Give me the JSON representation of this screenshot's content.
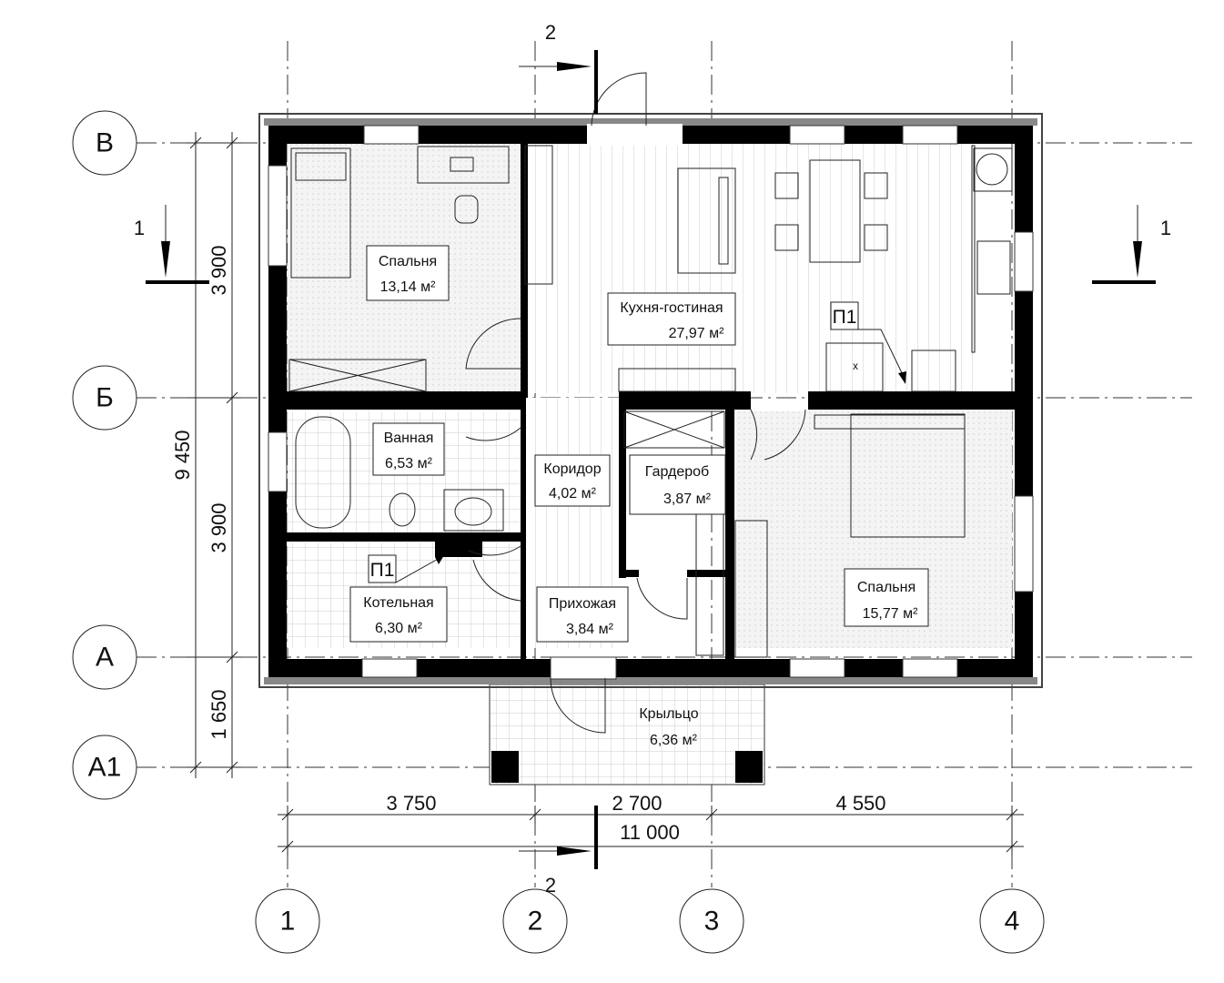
{
  "axes": {
    "horizontal": [
      "В",
      "Б",
      "А",
      "А1"
    ],
    "vertical": [
      "1",
      "2",
      "3",
      "4"
    ]
  },
  "dimensions": {
    "vertical": [
      "3 900",
      "3 900",
      "1 650"
    ],
    "vertical_total": "9 450",
    "horizontal": [
      "3 750",
      "2 700",
      "4 550"
    ],
    "horizontal_total": "11 000"
  },
  "sections": {
    "section_1": "1",
    "section_2": "2"
  },
  "rooms": [
    {
      "name": "Спальня",
      "area": "13,14 м²"
    },
    {
      "name": "Кухня-гостиная",
      "area": "27,97 м²"
    },
    {
      "name": "Ванная",
      "area": "6,53 м²"
    },
    {
      "name": "Котельная",
      "area": "6,30 м²"
    },
    {
      "name": "Коридор",
      "area": "4,02 м²"
    },
    {
      "name": "Гардероб",
      "area": "3,87 м²"
    },
    {
      "name": "Прихожая",
      "area": "3,84 м²"
    },
    {
      "name": "Спальня",
      "area": "15,77 м²"
    },
    {
      "name": "Крыльцо",
      "area": "6,36 м²"
    }
  ],
  "tags": {
    "p1": "П1",
    "stove_mark": "x"
  }
}
